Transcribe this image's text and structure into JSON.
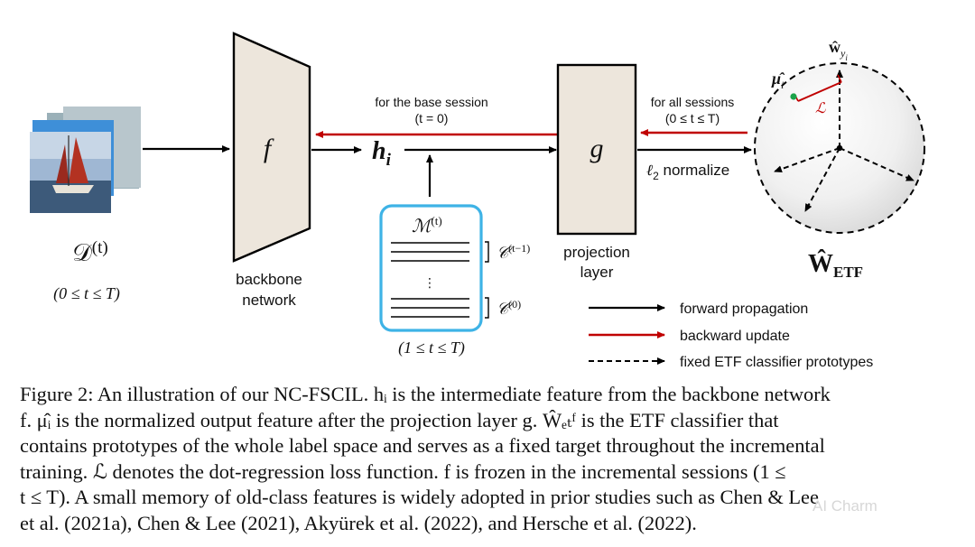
{
  "figure": {
    "dataset": {
      "symbol": "𝒟",
      "superscript": "(t)",
      "range": "(0 ≤ t ≤ T)"
    },
    "backbone": {
      "symbol": "f",
      "label_line1": "backbone",
      "label_line2": "network"
    },
    "feature": {
      "symbol": "h",
      "subscript": "i"
    },
    "base_session": {
      "line1": "for the base session",
      "line2": "(t = 0)"
    },
    "all_sessions": {
      "line1": "for all sessions",
      "line2": "(0 ≤ t ≤ T)"
    },
    "normalize": {
      "ell": "ℓ",
      "sub": "2",
      "text": " normalize"
    },
    "projection": {
      "symbol": "g",
      "label_line1": "projection",
      "label_line2": "layer"
    },
    "memory": {
      "symbol": "ℳ",
      "superscript": "(t)",
      "dots": "⋮",
      "class_top": "𝒞",
      "class_top_sup": "(t−1)",
      "class_bottom": "𝒞",
      "class_bottom_sup": "(0)",
      "range": "(1 ≤ t ≤ T)"
    },
    "etf": {
      "label_main": "Ŵ",
      "label_sub": "ETF",
      "w_label": "ŵ",
      "w_sub": "y",
      "w_subsub": "i",
      "mu_label": "μ̂",
      "mu_sub": "i",
      "loss": "ℒ"
    },
    "legend": [
      {
        "label": "forward propagation",
        "style": "solid",
        "color": "#000000"
      },
      {
        "label": "backward update",
        "style": "solid",
        "color": "#c00000"
      },
      {
        "label": "fixed ETF classifier prototypes",
        "style": "dashed",
        "color": "#000000"
      }
    ],
    "colors": {
      "forward": "#000000",
      "backward": "#c00000",
      "box_fill": "#ede6dc",
      "memory_border": "#3eb3e6",
      "mu_dot": "#1aa34a"
    }
  },
  "caption": {
    "lines": [
      "Figure 2: An illustration of our NC-FSCIL. hᵢ is the intermediate feature from the backbone network",
      "f. μ̂ᵢ is the normalized output feature after the projection layer g. Ŵₑₜᶠ is the ETF classifier that",
      "contains prototypes of the whole label space and serves as a fixed target throughout the incremental",
      "training. ℒ denotes the dot-regression loss function. f is frozen in the incremental sessions (1 ≤",
      "t ≤ T). A small memory of old-class features is widely adopted in prior studies such as Chen & Lee",
      "et al. (2021a), Chen & Lee (2021), Akyürek et al. (2022), and Hersche et al. (2022)."
    ]
  },
  "watermark": "AI Charm"
}
